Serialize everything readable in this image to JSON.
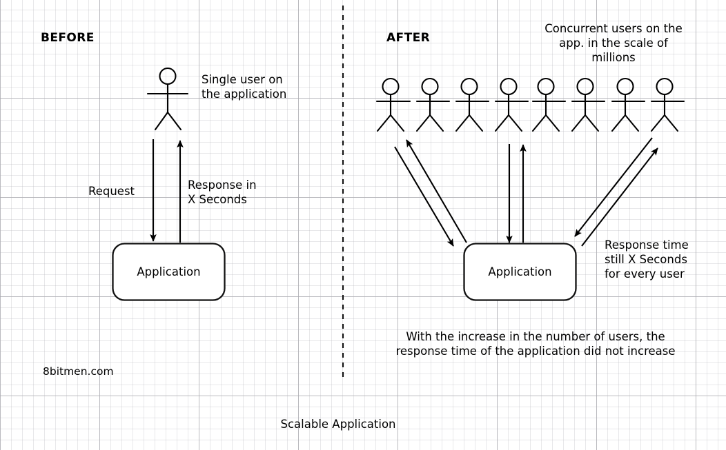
{
  "diagram": {
    "title": "Scalable Application",
    "watermark": "8bitmen.com",
    "divider": "vertical-dashed-divider",
    "colors": {
      "ink": "#000000",
      "grid_minor": "#b4b4b9",
      "grid_major": "#96969e",
      "background": "#ffffff"
    }
  },
  "left_panel": {
    "heading": "BEFORE",
    "actor_note": "Single user on\nthe application",
    "actor_count": 1,
    "request_label": "Request",
    "response_label": "Response in\nX Seconds",
    "box_label": "Application"
  },
  "right_panel": {
    "heading": "AFTER",
    "actor_note": "Concurrent users on the\napp. in the scale of\nmillions",
    "actor_count": 8,
    "response_note": "Response time\nstill X Seconds\nfor every user",
    "box_label": "Application",
    "conclusion": "With the increase in the number of users, the\nresponse time of the application did not increase"
  }
}
